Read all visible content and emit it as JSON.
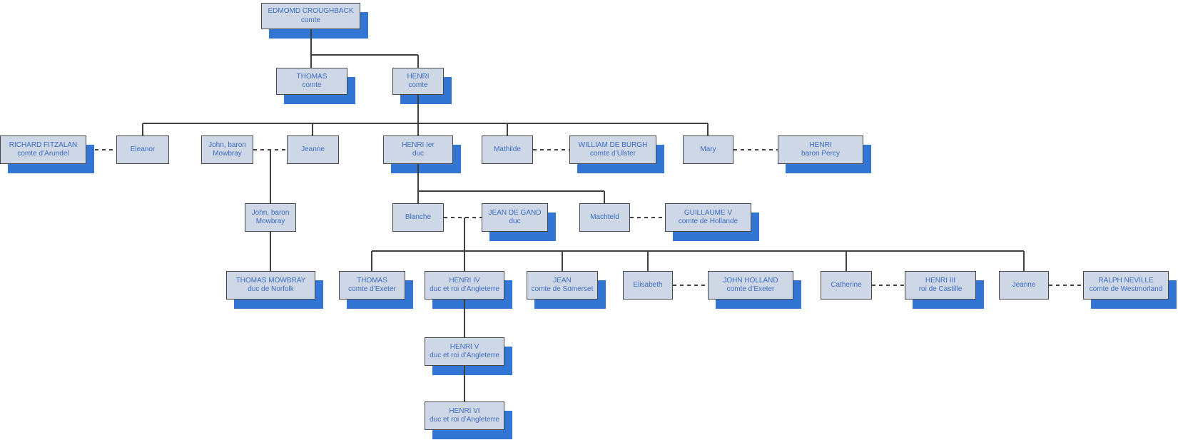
{
  "diagram": {
    "type": "family-tree",
    "colors": {
      "background": "#ffffff",
      "node_fill": "#cdd7e5",
      "node_border": "#474747",
      "node_shadow": "#3275d2",
      "node_text": "#3e6cc4",
      "connector_line": "#3f3f3f"
    },
    "nodes": [
      {
        "id": "edmond-croughback",
        "name": "EDMOMD CROUGHBACK",
        "title": "comte"
      },
      {
        "id": "thomas-comte",
        "name": "THOMAS",
        "title": "comte"
      },
      {
        "id": "henri-comte",
        "name": "HENRI",
        "title": "comte"
      },
      {
        "id": "richard-fitzalan",
        "name": "RICHARD FITZALAN",
        "title": "comte d’Arundel"
      },
      {
        "id": "eleanor",
        "name": "Eleanor"
      },
      {
        "id": "john-mowbray-sr",
        "name": "John, baron",
        "title": "Mowbray"
      },
      {
        "id": "jeanne-mowbray",
        "name": "Jeanne"
      },
      {
        "id": "henri-1er",
        "name": "HENRI Ier",
        "title": "duc"
      },
      {
        "id": "mathilde",
        "name": "Mathilde"
      },
      {
        "id": "william-de-burgh",
        "name": "WILLIAM DE BURGH",
        "title": "comte d’Ulster"
      },
      {
        "id": "mary",
        "name": "Mary"
      },
      {
        "id": "henri-percy",
        "name": "HENRI",
        "title": "baron Percy"
      },
      {
        "id": "john-mowbray-jr",
        "name": "John, baron",
        "title": "Mowbray"
      },
      {
        "id": "blanche",
        "name": "Blanche"
      },
      {
        "id": "jean-de-gand",
        "name": "JEAN DE GAND",
        "title": "duc"
      },
      {
        "id": "machteld",
        "name": "Machteld"
      },
      {
        "id": "guillaume-v",
        "name": "GUILLAUME V",
        "title": "comte de Hollande"
      },
      {
        "id": "thomas-mowbray",
        "name": "THOMAS MOWBRAY",
        "title": "duc de Norfolk"
      },
      {
        "id": "thomas-exeter",
        "name": "THOMAS",
        "title": "comte d’Exeter"
      },
      {
        "id": "henri-iv",
        "name": "HENRI IV",
        "title": "duc et roi d’Angleterre"
      },
      {
        "id": "jean-somerset",
        "name": "JEAN",
        "title": "comte de Somerset"
      },
      {
        "id": "elisabeth",
        "name": "Elisabeth"
      },
      {
        "id": "john-holland",
        "name": "JOHN HOLLAND",
        "title": "comte d’Exeter"
      },
      {
        "id": "catherine",
        "name": "Catherine"
      },
      {
        "id": "henri-iii",
        "name": "HENRI III",
        "title": "roi de Castille"
      },
      {
        "id": "jeanne-neville",
        "name": "Jeanne"
      },
      {
        "id": "ralph-neville",
        "name": "RALPH NEVILLE",
        "title": "comte de Westmorland"
      },
      {
        "id": "henri-v",
        "name": "HENRI V",
        "title": "duc et roi d’Angleterre"
      },
      {
        "id": "henri-vi",
        "name": "HENRI VI",
        "title": "duc et roi d’Angleterre"
      }
    ]
  }
}
